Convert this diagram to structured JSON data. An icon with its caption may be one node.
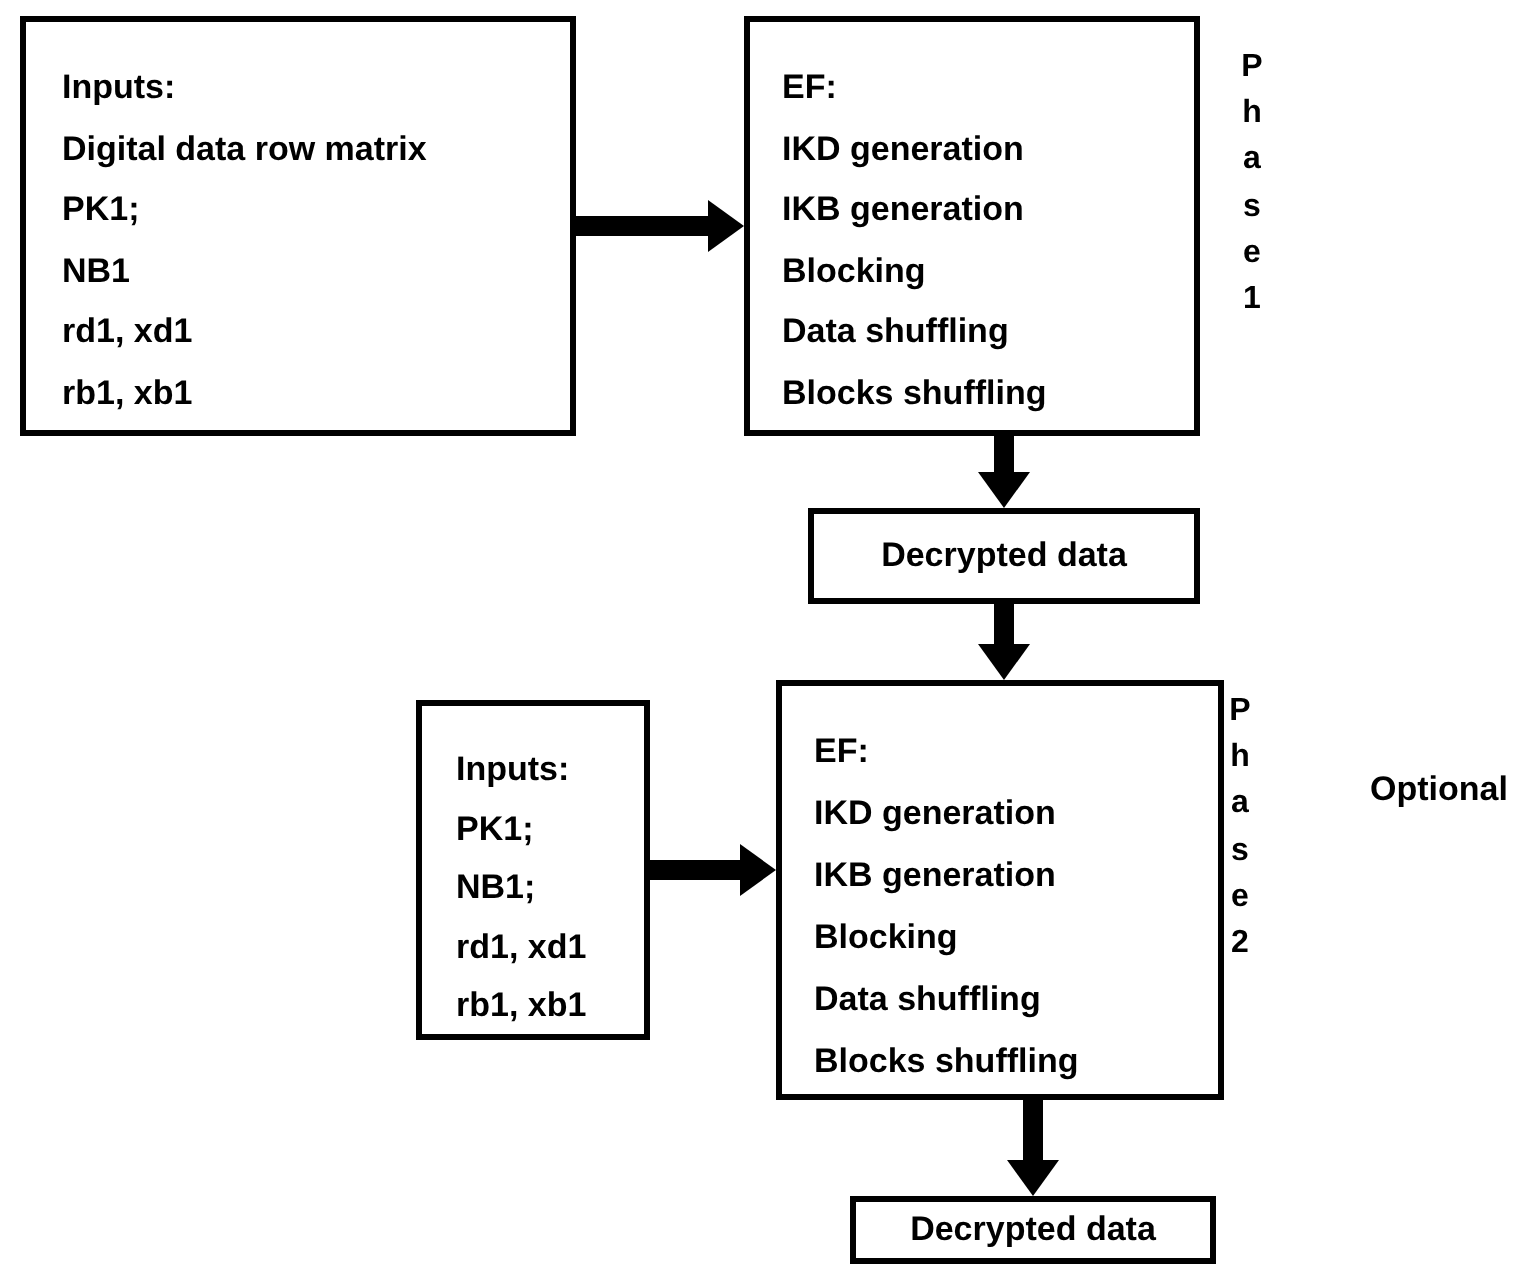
{
  "diagram": {
    "nodes": [
      {
        "text": [
          "Inputs:",
          "Digital data row matrix",
          "PK1;",
          "NB1",
          "rd1, xd1",
          "rb1, xb1"
        ]
      },
      {
        "text": [
          "EF:",
          "IKD generation",
          "IKB generation",
          "Blocking",
          "Data shuffling",
          "Blocks shuffling"
        ],
        "beside": [
          "Phase 1"
        ]
      },
      {
        "text": [
          "Decrypted data"
        ]
      },
      {
        "text": [
          "Inputs:",
          "PK1;",
          "NB1;",
          "rd1, xd1",
          "rb1, xb1"
        ]
      },
      {
        "text": [
          "EF:",
          "IKD generation",
          "IKB generation",
          "Blocking",
          "Data shuffling",
          "Blocks shuffling"
        ],
        "beside": [
          "Phase 2"
        ]
      },
      {
        "text": [
          "Decrypted data"
        ]
      }
    ],
    "edges": [
      {
        "from": 0,
        "to": 1,
        "arrow": "to"
      },
      {
        "from": 1,
        "to": 2,
        "arrow": "to"
      },
      {
        "from": 2,
        "to": 4,
        "arrow": "to"
      },
      {
        "from": 3,
        "to": 4,
        "arrow": "to"
      },
      {
        "from": 4,
        "to": 5,
        "arrow": "to"
      }
    ],
    "labels": [
      "Optional"
    ]
  }
}
